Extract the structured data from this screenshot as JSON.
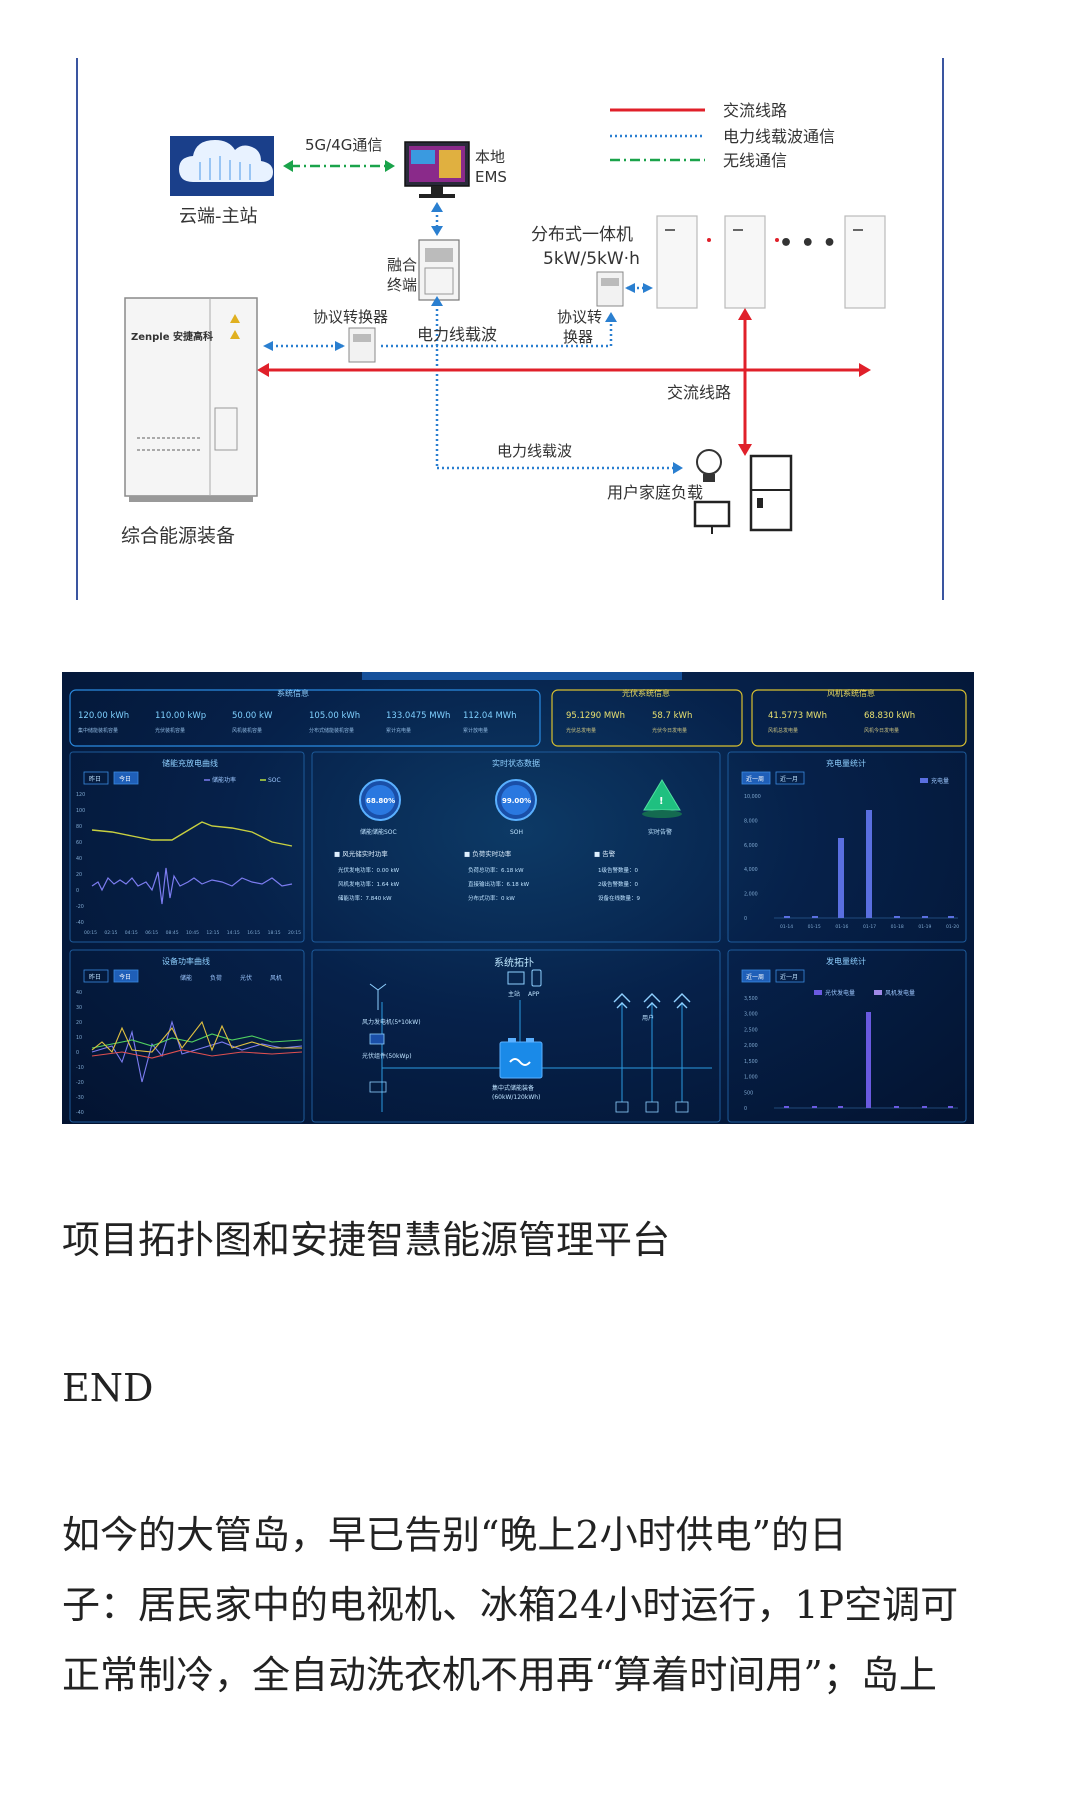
{
  "topology": {
    "legend": [
      {
        "label": "交流线路",
        "style": "solid",
        "color": "#e0202a"
      },
      {
        "label": "电力线载波通信",
        "style": "dotted",
        "color": "#2a7fd0"
      },
      {
        "label": "无线通信",
        "style": "dashdot",
        "color": "#1aa34a"
      }
    ],
    "cloud_label": "云端-主站",
    "wireless_label": "5G/4G通信",
    "ems_label_1": "本地",
    "ems_label_2": "EMS",
    "terminal_label_1": "融合",
    "terminal_label_2": "终端",
    "distributed_label_1": "分布式一体机",
    "distributed_label_2": "5kW/5kW·h",
    "dots": "• • •",
    "converter_left_label": "协议转换器",
    "converter_right_label_1": "协议转",
    "converter_right_label_2": "换器",
    "plc_label_top": "电力线载波",
    "ac_label": "交流线路",
    "plc_label_bottom": "电力线载波",
    "cabinet_brand": "Zenple 安捷高科",
    "cabinet_label": "综合能源装备",
    "load_label": "用户家庭负载"
  },
  "dashboard": {
    "header_groups": [
      {
        "title": "系统信息",
        "items": [
          {
            "value": "120.00 kWh",
            "label": "集中储能装机容量"
          },
          {
            "value": "110.00 kWp",
            "label": "光伏装机容量"
          },
          {
            "value": "50.00 kW",
            "label": "风机装机容量"
          },
          {
            "value": "105.00 kWh",
            "label": "分布式储能装机容量"
          },
          {
            "value": "133.0475 MWh",
            "label": "累计充电量"
          },
          {
            "value": "112.04 MWh",
            "label": "累计放电量"
          }
        ]
      },
      {
        "title": "光伏系统信息",
        "items": [
          {
            "value": "95.1290 MWh",
            "label": "光伏总发电量"
          },
          {
            "value": "58.7 kWh",
            "label": "光伏今日发电量"
          }
        ]
      },
      {
        "title": "风机系统信息",
        "items": [
          {
            "value": "41.5773 MWh",
            "label": "风机总发电量"
          },
          {
            "value": "68.830 kWh",
            "label": "风机今日发电量"
          }
        ]
      }
    ],
    "panel_storage_curve": {
      "title": "储能充放电曲线",
      "tabs": [
        "昨日",
        "今日"
      ],
      "legend": [
        "储能功率",
        "SOC"
      ],
      "y_ticks": [
        "120",
        "100",
        "80",
        "60",
        "40",
        "20",
        "0",
        "-20",
        "-40"
      ],
      "x_ticks": [
        "00:15",
        "02:15",
        "04:15",
        "06:15",
        "08:45",
        "10:45",
        "12:15",
        "14:15",
        "16:15",
        "18:15",
        "20:15"
      ]
    },
    "panel_realtime": {
      "title": "实时状态数据",
      "gauges": [
        {
          "value": "68.80%",
          "label": "储能储能SOC"
        },
        {
          "value": "99.00%",
          "label": "SOH"
        },
        {
          "value": "!",
          "label": "实时告警"
        }
      ],
      "groups": [
        {
          "title": "风光储实时功率",
          "rows": [
            "光伏发电功率：0.00 kW",
            "风机发电功率：1.64 kW",
            "储能功率：7.840 kW"
          ]
        },
        {
          "title": "负荷实时功率",
          "rows": [
            "负荷总功率：6.18 kW",
            "直接输出功率：6.18 kW",
            "分布式功率：0 kW"
          ]
        },
        {
          "title": "告警",
          "rows": [
            "1级告警数量：0",
            "2级告警数量：0",
            "设备在线数量：9"
          ]
        }
      ]
    },
    "panel_charge_stats": {
      "title": "充电量统计",
      "tabs": [
        "近一周",
        "近一月"
      ],
      "legend": "充电量",
      "y_ticks": [
        "10,000",
        "8,000",
        "6,000",
        "4,000",
        "2,000",
        "0"
      ],
      "x_ticks": [
        "01-14",
        "01-15",
        "01-16",
        "01-17",
        "01-18",
        "01-19",
        "01-20"
      ]
    },
    "panel_power_curve": {
      "title": "设备功率曲线",
      "tabs": [
        "昨日",
        "今日"
      ],
      "legend": [
        "储能",
        "负荷",
        "光伏",
        "风机"
      ],
      "y_ticks": [
        "40",
        "30",
        "20",
        "10",
        "0",
        "-10",
        "-20",
        "-30",
        "-40"
      ]
    },
    "panel_topology": {
      "title": "系统拓扑",
      "host_label": "主站",
      "app_label": "APP",
      "wind_label": "风力发电机(5*10kW)",
      "pv_label": "光伏组件(50kWp)",
      "storage_label_1": "集中式储能装备",
      "storage_label_2": "(60kW/120kWh)",
      "user_label": "用户"
    },
    "panel_gen_stats": {
      "title": "发电量统计",
      "tabs": [
        "近一周",
        "近一月"
      ],
      "legend": [
        "光伏发电量",
        "风机发电量"
      ],
      "y_ticks": [
        "3,500",
        "3,000",
        "2,500",
        "2,000",
        "1,500",
        "1,000",
        "500",
        "0"
      ],
      "x_ticks": [
        "01-14",
        "01-15",
        "01-16",
        "01-17",
        "01-18",
        "01-19",
        "01-20"
      ]
    }
  },
  "article": {
    "caption": "项目拓扑图和安捷智慧能源管理平台",
    "end": "END",
    "paragraph_lines": [
      "如今的大管岛，早已告别“晚上2小时供电”的日",
      "子：居民家中的电视机、冰箱24小时运行，1P空调可",
      "正常制冷，全自动洗衣机不用再“算着时间用”；岛上"
    ]
  }
}
